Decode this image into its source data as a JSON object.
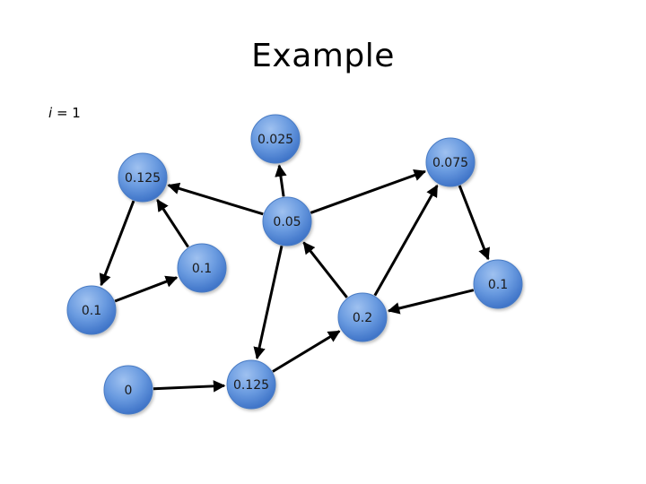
{
  "title": "Example",
  "iteration": {
    "variable": "i",
    "equals": " = ",
    "value": "1"
  },
  "colors": {
    "node_fill": "#5a8ed8",
    "node_stroke": "#4a7bc4",
    "edge": "#000000"
  },
  "nodes": [
    {
      "id": "n-top",
      "label": "0.025"
    },
    {
      "id": "n-top-right",
      "label": "0.075"
    },
    {
      "id": "n-upper-left",
      "label": "0.125"
    },
    {
      "id": "n-center",
      "label": "0.05"
    },
    {
      "id": "n-mid",
      "label": "0.1"
    },
    {
      "id": "n-right",
      "label": "0.1"
    },
    {
      "id": "n-left",
      "label": "0.1"
    },
    {
      "id": "n-lower-right",
      "label": "0.2"
    },
    {
      "id": "n-bottom-left",
      "label": "0"
    },
    {
      "id": "n-bottom",
      "label": "0.125"
    }
  ],
  "edges": [
    {
      "from": "n-center",
      "to": "n-top"
    },
    {
      "from": "n-center",
      "to": "n-top-right"
    },
    {
      "from": "n-center",
      "to": "n-upper-left"
    },
    {
      "from": "n-mid",
      "to": "n-upper-left"
    },
    {
      "from": "n-upper-left",
      "to": "n-left"
    },
    {
      "from": "n-left",
      "to": "n-mid"
    },
    {
      "from": "n-top-right",
      "to": "n-right"
    },
    {
      "from": "n-right",
      "to": "n-lower-right"
    },
    {
      "from": "n-lower-right",
      "to": "n-top-right"
    },
    {
      "from": "n-lower-right",
      "to": "n-center"
    },
    {
      "from": "n-center",
      "to": "n-bottom"
    },
    {
      "from": "n-bottom",
      "to": "n-lower-right"
    },
    {
      "from": "n-bottom-left",
      "to": "n-bottom"
    }
  ]
}
